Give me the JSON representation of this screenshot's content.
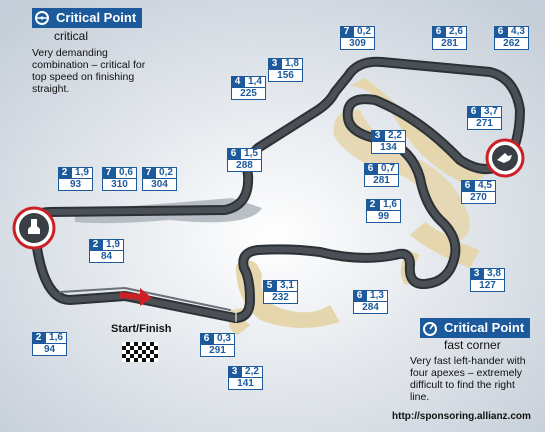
{
  "critical_point_1": {
    "title": "Critical Point",
    "subtitle": "critical",
    "desc": [
      "Very demanding",
      "combination – critical for",
      "top speed on finishing",
      "straight."
    ],
    "icon": "steering-wheel-icon"
  },
  "critical_point_2": {
    "title": "Critical Point",
    "subtitle": "fast corner",
    "desc": [
      "Very fast left-hander with",
      "four apexes – extremely",
      "difficult to find the right",
      "line."
    ],
    "icon": "gauge-icon"
  },
  "start_finish": "Start/Finish",
  "url": "http://sponsoring.allianz.com",
  "speed_boxes": [
    {
      "gear": "2",
      "ratio": "1,9",
      "speed": "93"
    },
    {
      "gear": "7",
      "ratio": "0,6",
      "speed": "310"
    },
    {
      "gear": "7",
      "ratio": "0,2",
      "speed": "304"
    },
    {
      "gear": "6",
      "ratio": "1,5",
      "speed": "288"
    },
    {
      "gear": "4",
      "ratio": "1,4",
      "speed": "225"
    },
    {
      "gear": "3",
      "ratio": "1,8",
      "speed": "156"
    },
    {
      "gear": "7",
      "ratio": "0,2",
      "speed": "309"
    },
    {
      "gear": "6",
      "ratio": "2,6",
      "speed": "281"
    },
    {
      "gear": "6",
      "ratio": "4,3",
      "speed": "262"
    },
    {
      "gear": "3",
      "ratio": "2,2",
      "speed": "134"
    },
    {
      "gear": "6",
      "ratio": "3,7",
      "speed": "271"
    },
    {
      "gear": "6",
      "ratio": "0,7",
      "speed": "281"
    },
    {
      "gear": "6",
      "ratio": "4,5",
      "speed": "270"
    },
    {
      "gear": "2",
      "ratio": "1,6",
      "speed": "99"
    },
    {
      "gear": "2",
      "ratio": "1,9",
      "speed": "84"
    },
    {
      "gear": "5",
      "ratio": "3,1",
      "speed": "232"
    },
    {
      "gear": "6",
      "ratio": "1,3",
      "speed": "284"
    },
    {
      "gear": "3",
      "ratio": "3,8",
      "speed": "127"
    },
    {
      "gear": "2",
      "ratio": "1,6",
      "speed": "94"
    },
    {
      "gear": "6",
      "ratio": "0,3",
      "speed": "291"
    },
    {
      "gear": "3",
      "ratio": "2,2",
      "speed": "141"
    }
  ],
  "colors": {
    "accent": "#1c5a9c",
    "track": "#3a3f45",
    "highlight": "#cc1f26",
    "runoff": "#e6d6ae"
  }
}
